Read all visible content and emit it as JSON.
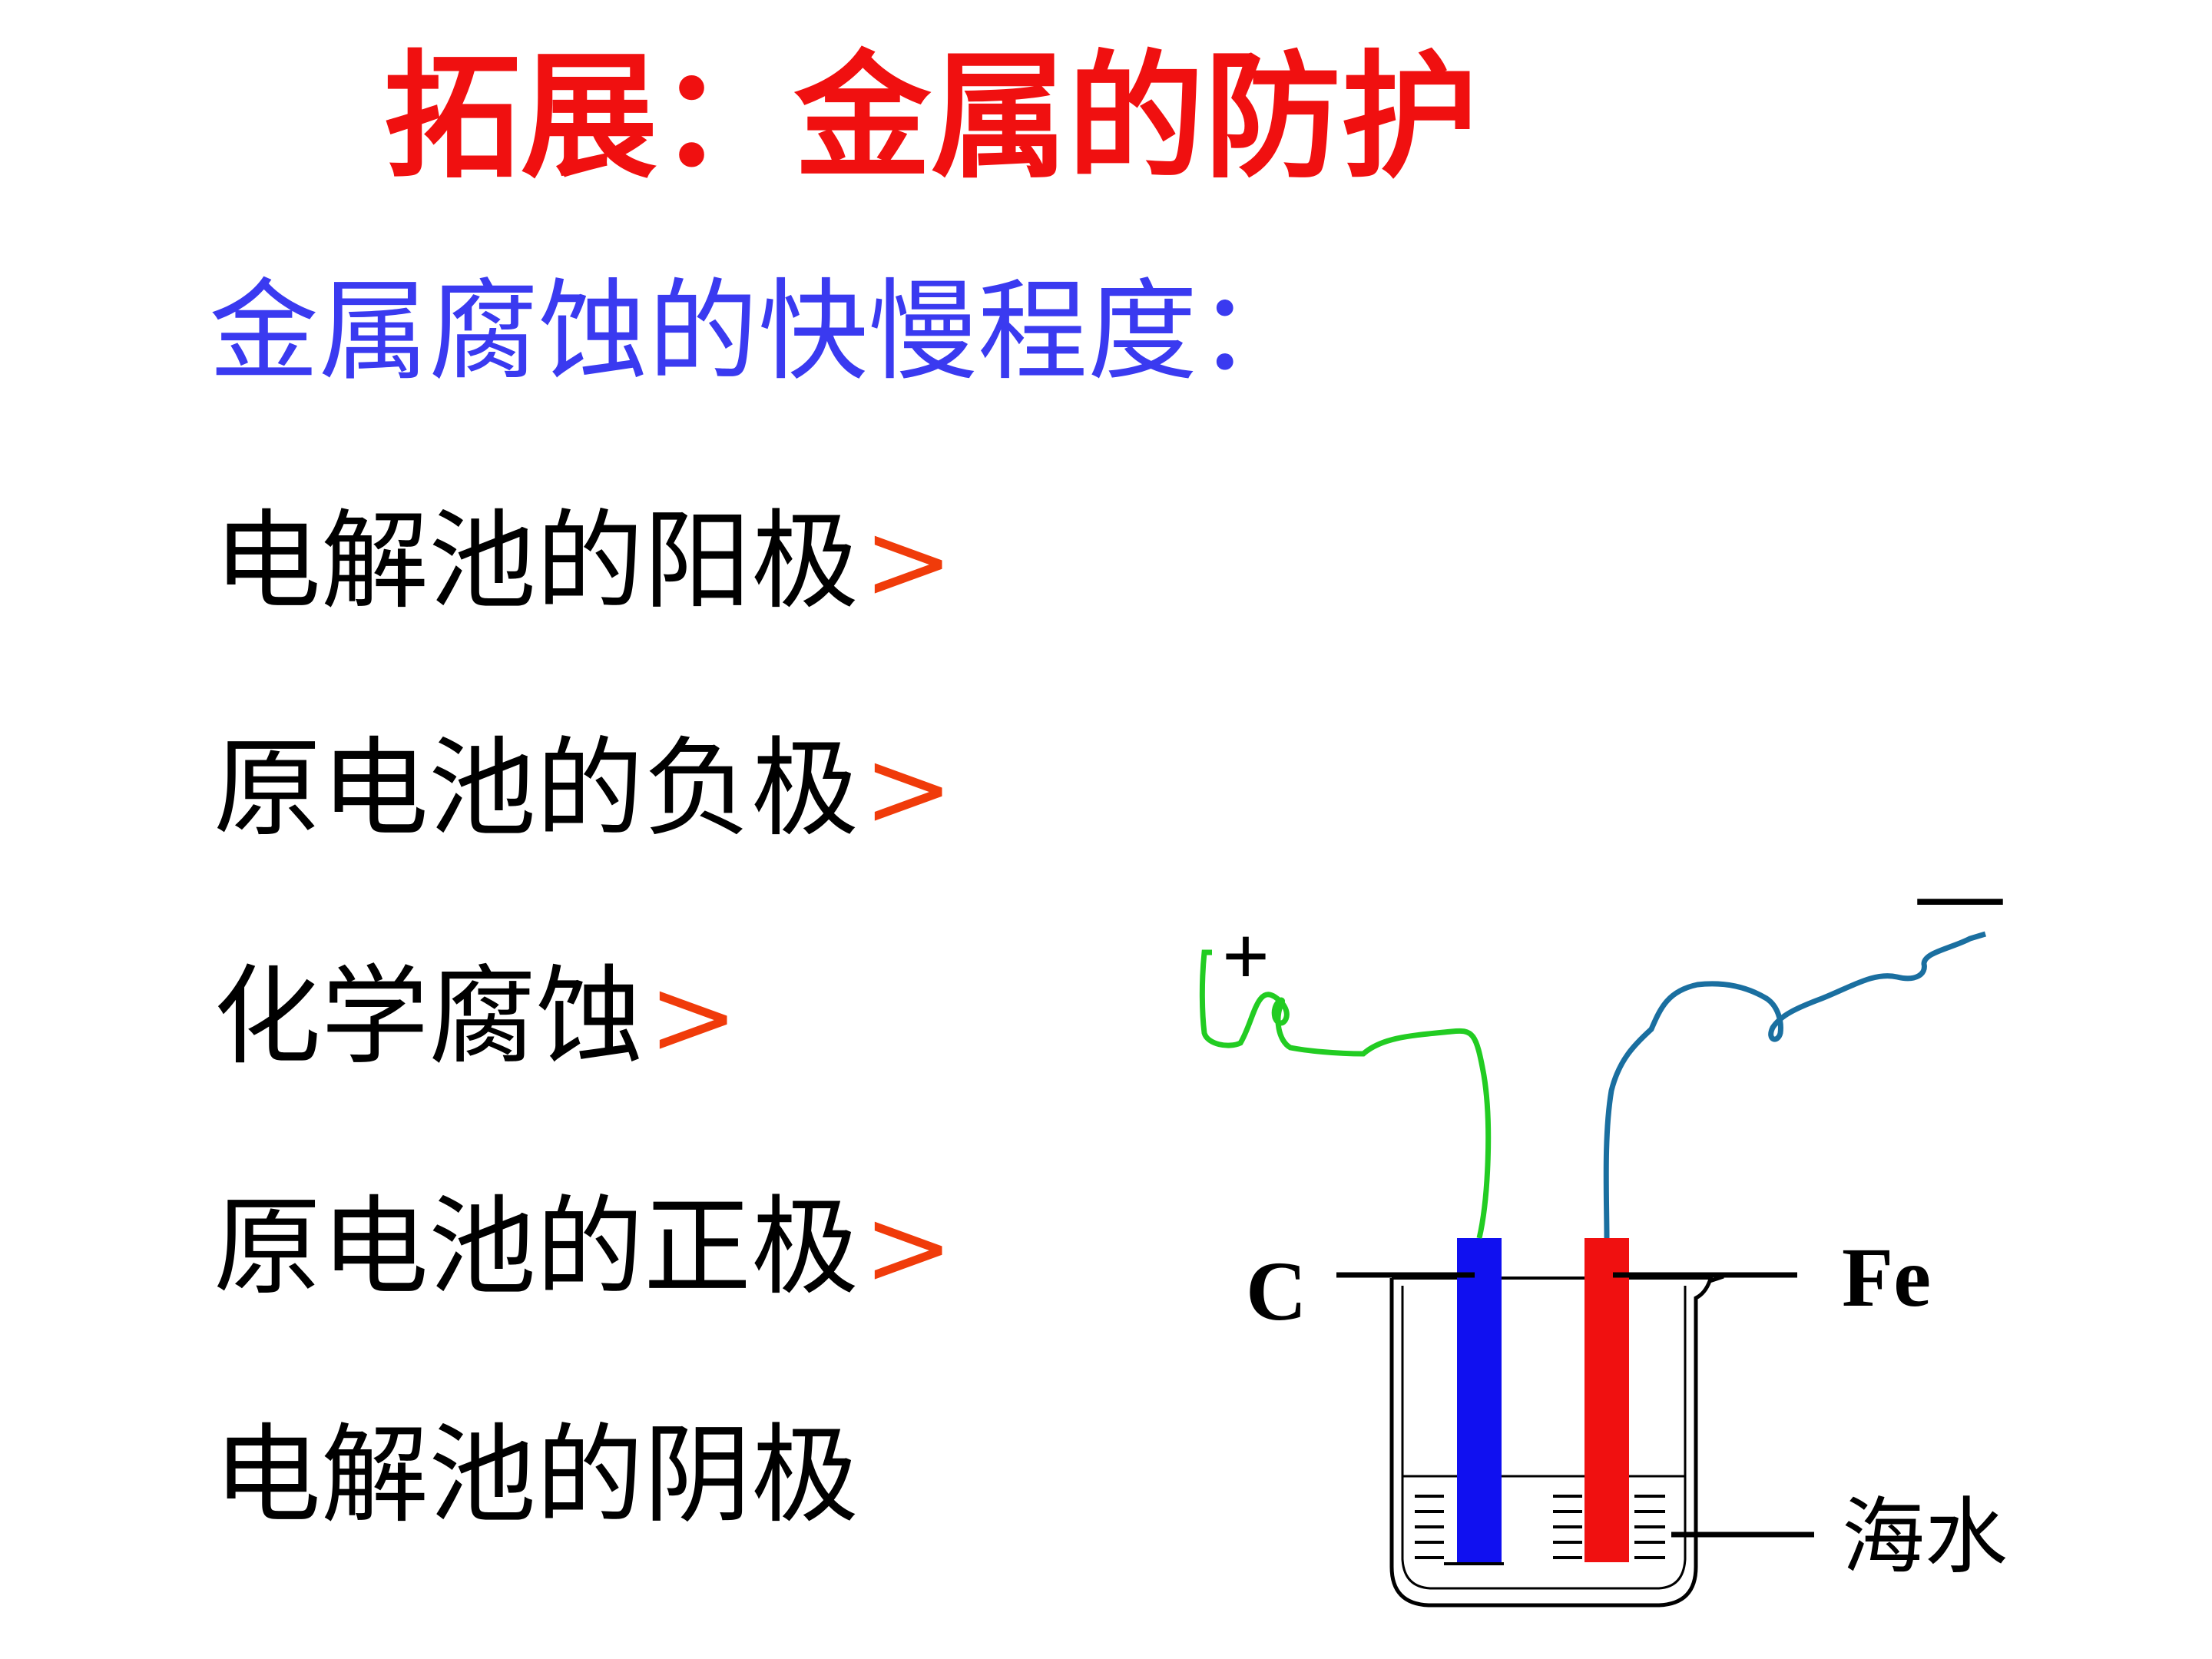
{
  "title": "拓展：金属的防护",
  "subtitle": "金属腐蚀的快慢程度：",
  "ranking": [
    {
      "text": "电解池的阳极",
      "sep": ">"
    },
    {
      "text": "原电池的负极",
      "sep": ">"
    },
    {
      "text": "化学腐蚀",
      "sep": ">"
    },
    {
      "text": "原电池的正极",
      "sep": ">"
    },
    {
      "text": "电解池的阴极",
      "sep": ""
    }
  ],
  "diagram": {
    "plus": "+",
    "minus": "—",
    "electrode_left": "C",
    "electrode_right": "Fe",
    "solution": "海水",
    "colors": {
      "electrode_left": "#1010f0",
      "electrode_right": "#f01010",
      "wire_positive": "#22cc22",
      "wire_negative": "#1a6fa0"
    }
  },
  "colors": {
    "title": "#f01010",
    "subtitle": "#3a3af0",
    "separator": "#f03b0a"
  }
}
